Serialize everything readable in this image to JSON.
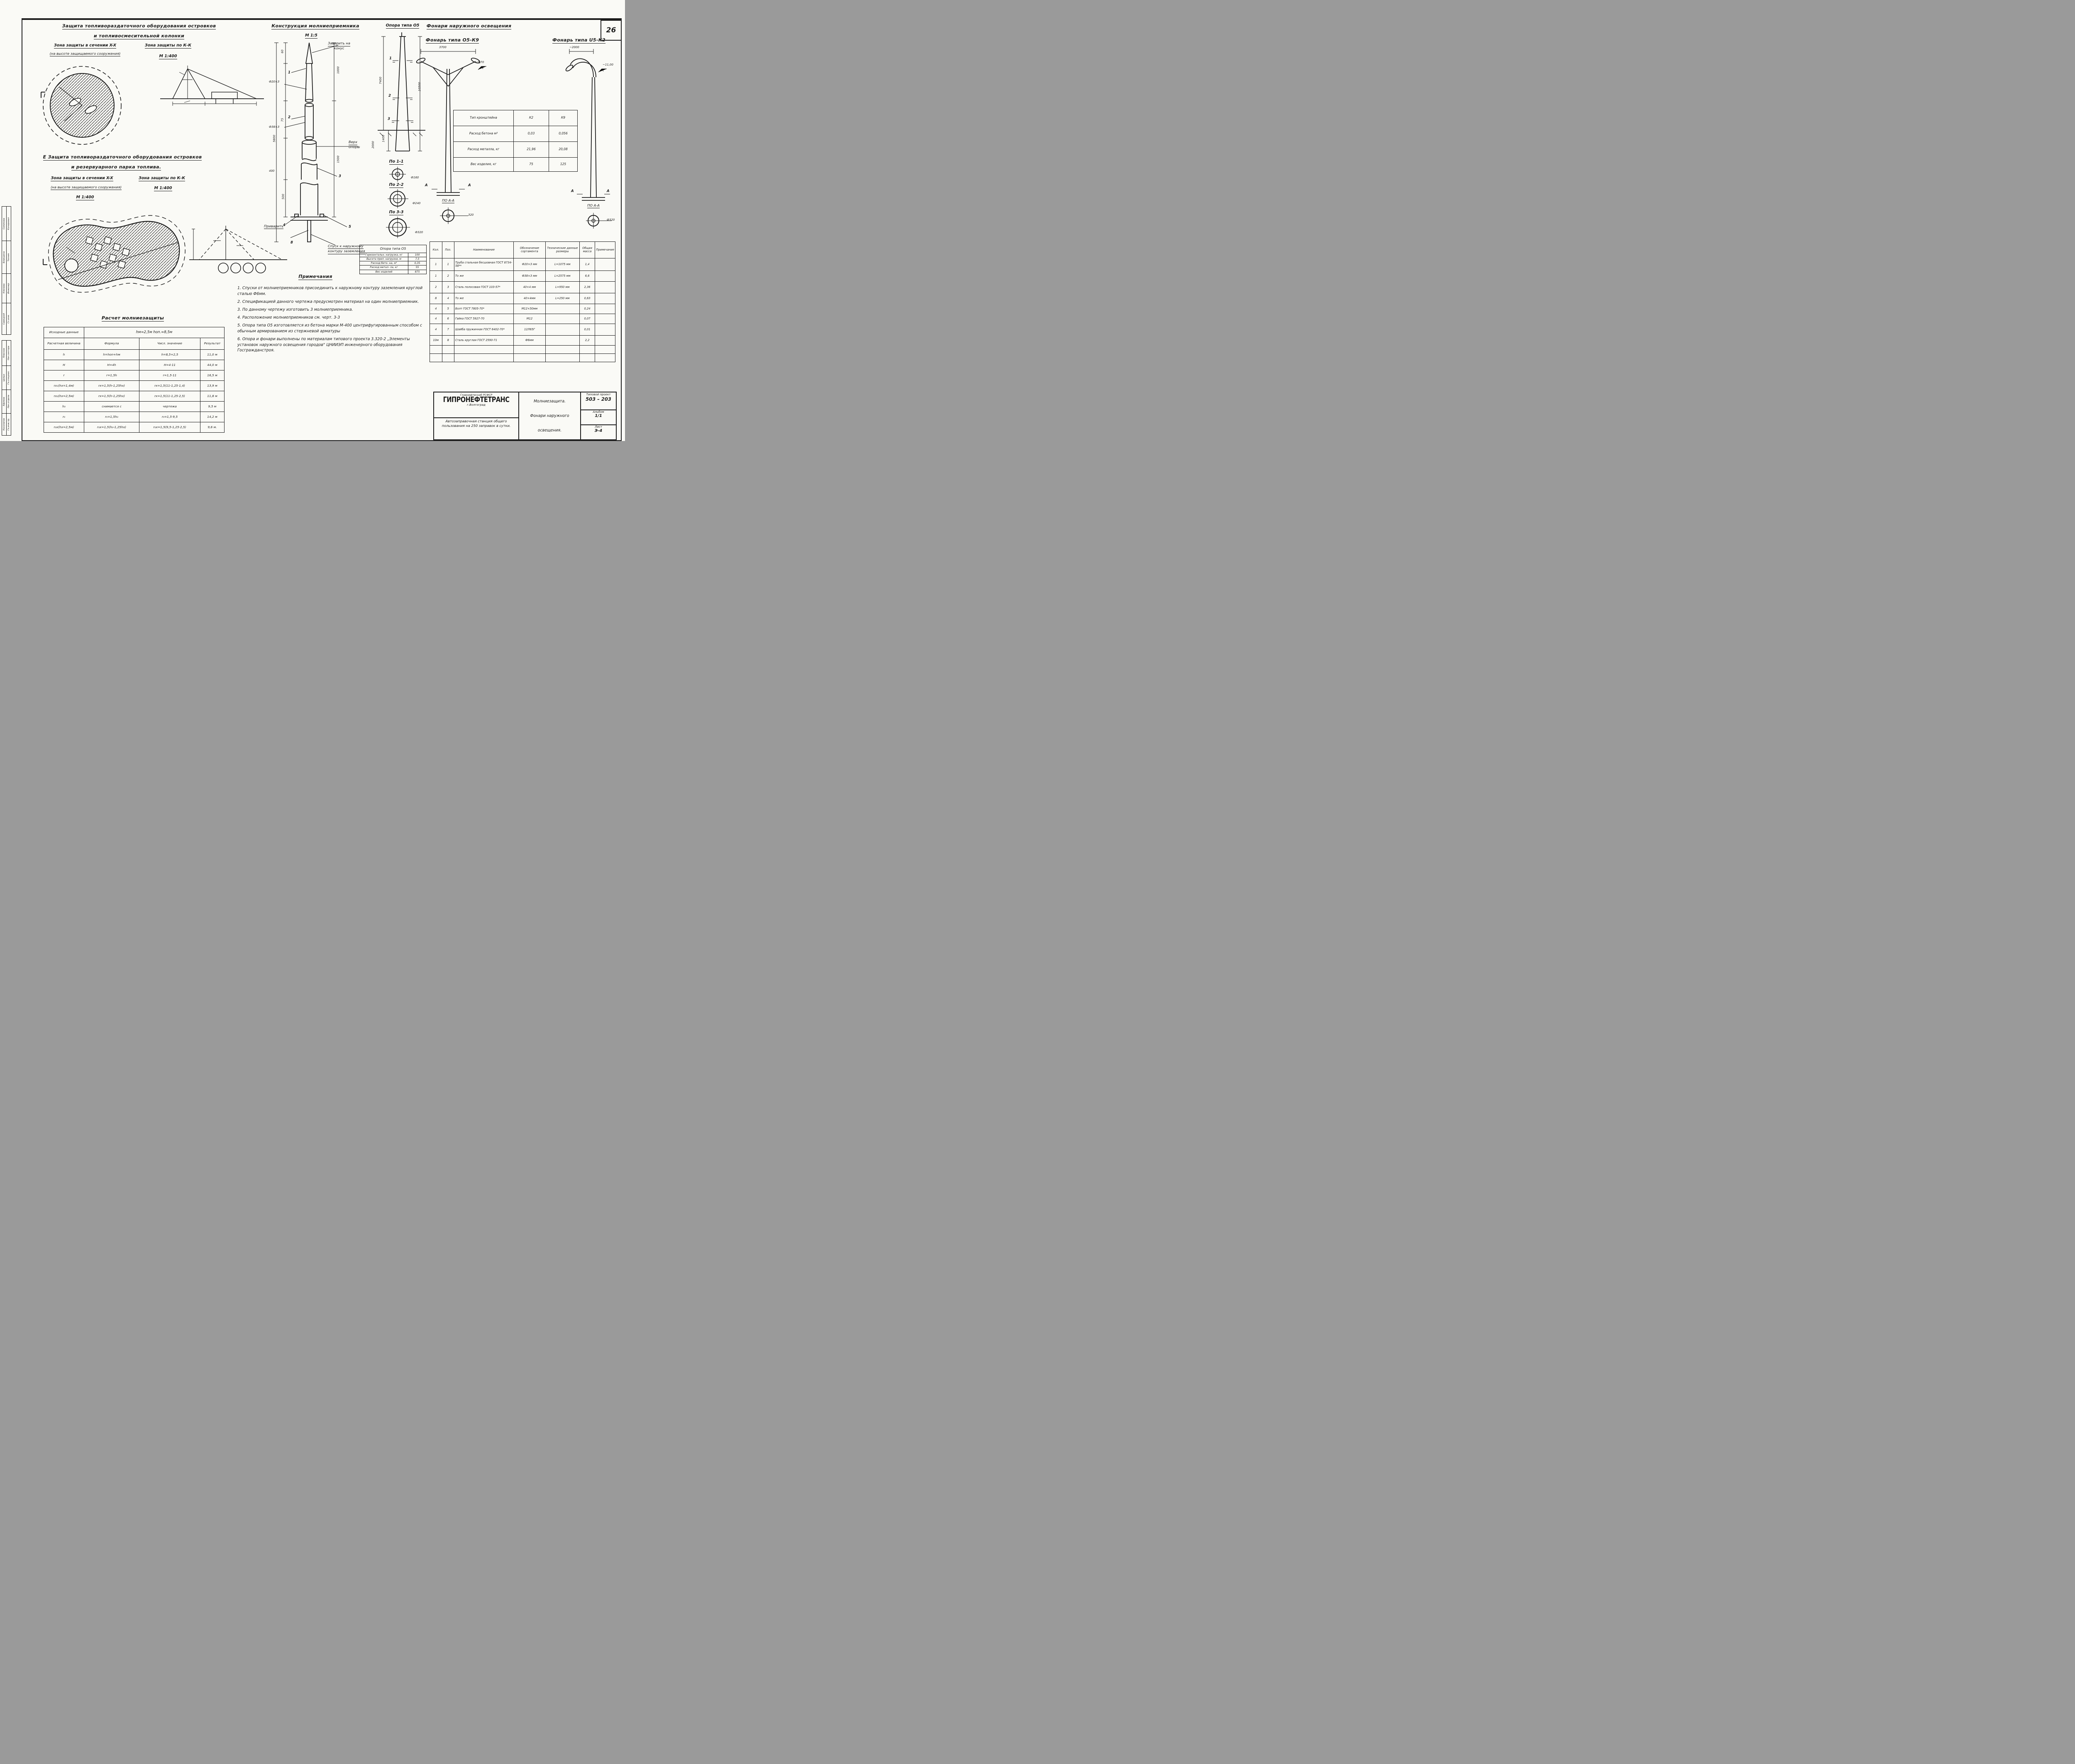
{
  "page": {
    "number": "26"
  },
  "sec1": {
    "t1": "Защита топливораздаточного оборудования островков",
    "t2": "и топливосмесительной колонки",
    "zx": "Зона защиты в сечении X-X",
    "zxs": "(на высоте защищаемого сооружения)",
    "zk": "Зона защиты по К-К",
    "zks": "М 1:400"
  },
  "sec2": {
    "t1": "Е Защита топливораздаточного оборудования островков",
    "t2": "и резервуарного парка топлива.",
    "zx": "Зона защиты в сечении X-X",
    "zxs": "(на высоте защищаемого сооружения)",
    "zxm": "М 1:400",
    "zk": "Зона защиты по К-К",
    "zks": "М 1:400"
  },
  "rod": {
    "title": "Конструкция молниеприемника",
    "scale": "М 1:5",
    "weld_cone1": "Заварить на",
    "weld_cone2": "конус",
    "top_support1": "Верх",
    "top_support2": "опоры",
    "weld": "Приварить",
    "ground1": "Спуск к наружному",
    "ground2": "контуру заземления",
    "d60": "60",
    "d1000": "1000",
    "f20": "Ф20×3",
    "d75": "75",
    "d1500": "1500",
    "f38": "Ф38×3",
    "d500": "500",
    "d5800": "5800",
    "d400": "400",
    "i1": "1",
    "i2": "2",
    "i3": "3",
    "i4": "4",
    "i5": "5",
    "i8": "8"
  },
  "sup": {
    "title": "Опора типа О5",
    "d7400": "7400",
    "d10500": "10500",
    "d1400": "1400",
    "d2000": "2000",
    "c1": "1",
    "c2": "2",
    "c3": "3",
    "s1": "По 1-1",
    "f1": "Ф160",
    "s2": "По 2-2",
    "f2": "Ф240",
    "s3": "По 3-3",
    "f3": "Ф320"
  },
  "suptab": {
    "title": "Опора типа О5",
    "r1l": "Горизонтальн. нагрузка, кг",
    "r1v": "100",
    "r2l": "Высота прил. нагрузки, м",
    "r2v": "7,5",
    "r3l": "Расход бето- на, м³",
    "r3v": "0,35",
    "r4l": "Расход метал- ла, кг",
    "r4v": "55",
    "r5l": "Вес изделий",
    "r5v": "875"
  },
  "lamps": {
    "h": "Фонари наружного освещения",
    "t1": "Фонарь типа О5-К9",
    "t2": "Фонарь типа U5-К2",
    "d3700": "3700",
    "d970": "~9,70",
    "d2000": "~2000",
    "d1100": "~11,00",
    "aa1": "ПО А-А",
    "aa2": "ПО А-А",
    "f320a": "320",
    "f320b": "Ф320",
    "mA": "А"
  },
  "brtab": {
    "h1": "Тип кронштейна",
    "h2": "К2",
    "h3": "К9",
    "r1l": "Расход бетона м³",
    "r1a": "0,03",
    "r1b": "0,056",
    "r2l": "Расход металла, кг",
    "r2a": "21,96",
    "r2b": "20,08",
    "r3l": "Вес изделия, кг",
    "r3a": "75",
    "r3b": "125"
  },
  "calc": {
    "title": "Расчет молниезащиты",
    "il": "Исходные данные",
    "iv": "hм=2,5м        hоп.=8,5м",
    "h1": "Расчетная величина",
    "h2": "Формула",
    "h3": "Числ. значение",
    "h4": "Результат",
    "rows": [
      [
        "h",
        "h=hоп+hм",
        "h=8,5+2,5",
        "11,0 м"
      ],
      [
        "H",
        "H=4h",
        "H=4·11",
        "44,0 м"
      ],
      [
        "r",
        "r=1,5h",
        "r=1,5·11",
        "16,5 м"
      ],
      [
        "rх₁(hх=1,4м)",
        "rх=1,5(h-1,25hх)",
        "rх=1,5(11-1,25·1,4)",
        "13,9 м"
      ],
      [
        "rх₂(hх=2,5м)",
        "rх=1,5(h-1,25hх)",
        "rх=1,5(11-1,25·2,5)",
        "11,8 м"
      ],
      [
        "h₀",
        "снимается с",
        "чертежа",
        "9,5 м"
      ],
      [
        "r₀",
        "r₀=1,5h₀",
        "r₀=1,5·9,5",
        "14,2 м"
      ],
      [
        "r₀х(hх=2,5м)",
        "r₀х=1,5(h₀-1,25hх)",
        "r₀х=1,5(9,5-1,25·2,5)",
        "9,6 м."
      ]
    ]
  },
  "notes": {
    "title": "Примечания",
    "n1": "1.  Спуски от молниеприемников присоединить к наружному контуру заземления круглой сталью Ф6мм.",
    "n2": "2.  Спецификацией данного чертежа предусмотрен материал на один молниеприемник.",
    "n3": "3.  По данному чертежу изготовить 3 молниеприемника.",
    "n4": "4.  Расположение молниеприемников см. черт. 3-3",
    "n5": "5.  Опора типа О5 изготовляется из бетона марки М-400 центрифугированным способом с обычным армированием из стержневой арматуры",
    "n6": "6.  Опора и фонари выполнены по материалам типового проекта 3.320-2 „Элементы установок наружного освещения городов\" ЦНИИЭП инженерного оборудования Госгражданстроя."
  },
  "spec": {
    "h": [
      "Кол.",
      "Поз.",
      "Наименование",
      "Обозначение сортамента",
      "Технические данные размеры",
      "Общая масса",
      "Примечание"
    ],
    "rows": [
      [
        "1",
        "1",
        "Труба стальная бесшовная ГОСТ 8734-58**",
        "Ф20×3 мм",
        "L=1075 мм",
        "1,4",
        ""
      ],
      [
        "1",
        "2",
        "То же",
        "Ф38×3 мм",
        "L=2575 мм",
        "6,6",
        ""
      ],
      [
        "2",
        "3",
        "Сталь полосовая ГОСТ 103-57*",
        "40×4 мм",
        "L=950 мм",
        "2,36",
        ""
      ],
      [
        "8",
        "4",
        "То же",
        "40×4мм",
        "L=250 мм",
        "0,63",
        ""
      ],
      [
        "4",
        "5",
        "Болт ГОСТ 7805-70*",
        "М12×50мм",
        "",
        "0,24",
        ""
      ],
      [
        "4",
        "6",
        "Гайка ГОСТ 5927-70",
        "М12",
        "",
        "0,07",
        ""
      ],
      [
        "4",
        "7",
        "Шайба пружинная ГОСТ 6402-70*",
        "12Л65Г",
        "",
        "0,01",
        ""
      ],
      [
        "10м",
        "8",
        "Сталь круглая ГОСТ 2590-71",
        "Ф6мм",
        "",
        "2,2",
        ""
      ]
    ]
  },
  "tb": {
    "org_top": "Главнефтеснаб РСФСР",
    "org": "ГИПРОНЕФТЕТРАНС",
    "org_city": "г.Волгоград",
    "object": "Автозаправочная станция общего пользования на 250 заправок в сутки.",
    "s1": "Молниезащита.",
    "s2": "Фонари наружного",
    "s3": "освещения.",
    "project_label": "Типовой проект",
    "project_no": "503 – 203",
    "album_label": "Альбом",
    "album_no": "1/1",
    "sheet_label": "Лист",
    "sheet_no": "Э-4"
  },
  "stamp": {
    "u1n": "Савицкий",
    "u2n": "Кленова",
    "u3n": "Блакшина",
    "u4n": "Сомикова",
    "u1r": "Ст.инж.",
    "u2r": "Инженер",
    "u3r": "Техник",
    "u4r": "Копировал",
    "l1n": "Косолапов",
    "l2n": "Ефимов",
    "l3n": "Целых",
    "l4n": "Плеснов",
    "l1r": "Гл.инж.пр.",
    "l2r": "Нач.отдела",
    "l3r": "Гл.специал.",
    "l4r": "Нач.сектора"
  }
}
